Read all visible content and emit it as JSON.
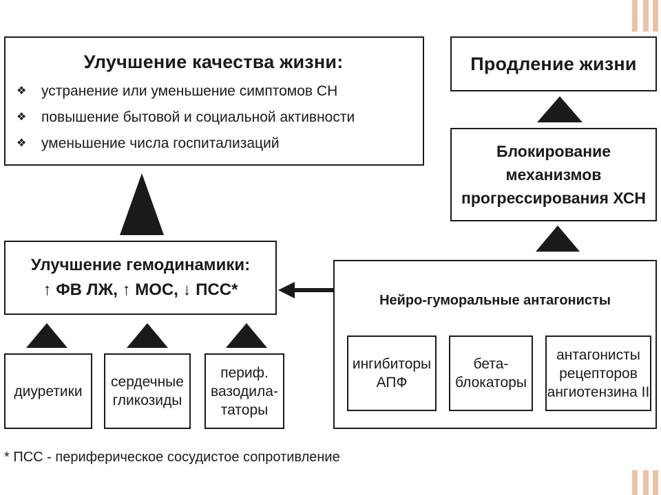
{
  "quality": {
    "title": "Улучшение качества жизни:",
    "bullet_icon": "diamond-bullet-icon",
    "bullets": [
      "устранение или уменьшение симптомов СН",
      "повышение бытовой и социальной активности",
      "уменьшение числа госпитализаций"
    ]
  },
  "prolong": {
    "title": "Продление жизни"
  },
  "blocking": {
    "lines": [
      "Блокирование",
      "механизмов",
      "прогрессирования ХСН"
    ]
  },
  "hemo": {
    "line1": "Улучшение гемодинамики:",
    "line2": "↑ ФВ ЛЖ, ↑ МОС, ↓ ПСС*"
  },
  "neuro": {
    "title": "Нейро-гуморальные антагонисты"
  },
  "drugs_left": [
    {
      "lines": [
        "диуретики"
      ]
    },
    {
      "lines": [
        "сердечные",
        "гликозиды"
      ]
    },
    {
      "lines": [
        "периф.",
        "вазодила-",
        "таторы"
      ]
    }
  ],
  "drugs_right": [
    {
      "lines": [
        "ингибиторы",
        "АПФ"
      ]
    },
    {
      "lines": [
        "бета-",
        "блокаторы"
      ]
    },
    {
      "lines": [
        "антагонисты",
        "рецепторов",
        "ангиотензина II"
      ]
    }
  ],
  "footnote": "* ПСС - периферическое сосудистое сопротивление",
  "colors": {
    "ink": "#1a1a1a",
    "decor": "#ecc1a8"
  }
}
